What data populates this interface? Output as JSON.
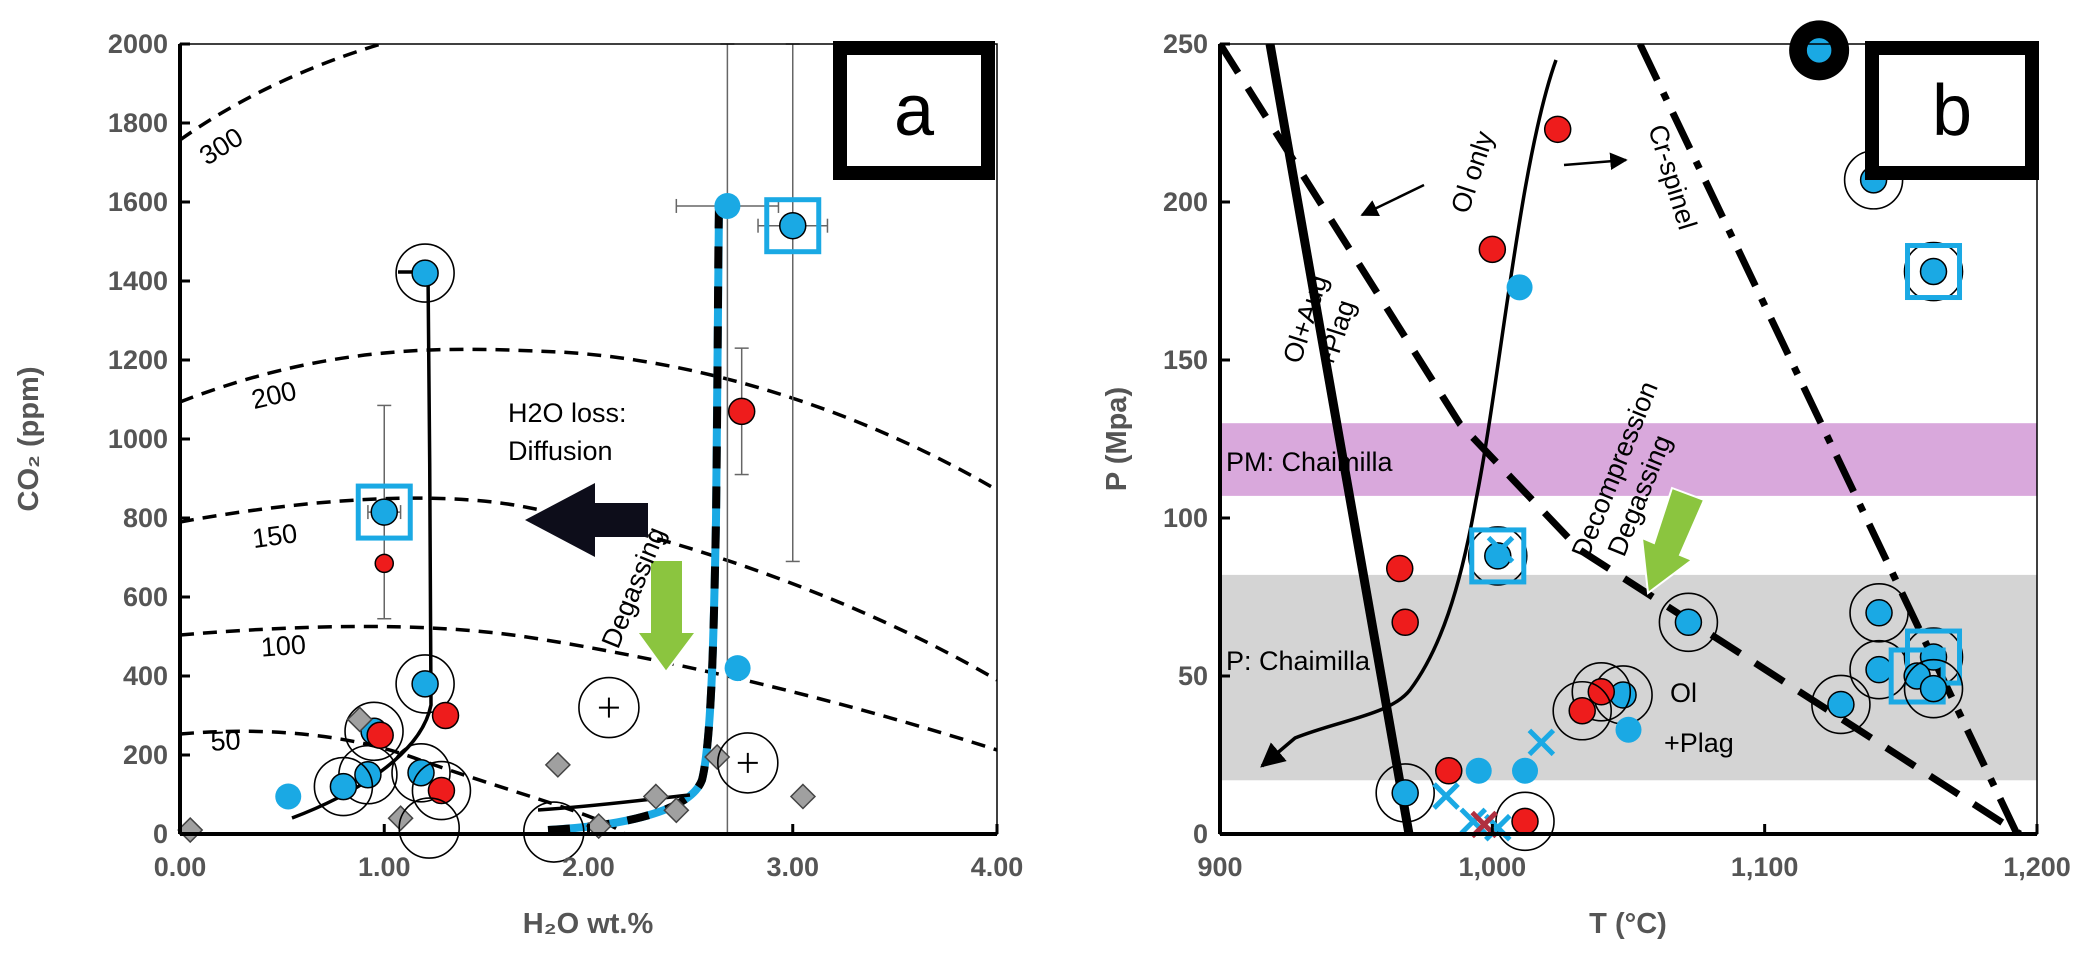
{
  "chart_data": [
    {
      "panel": "a",
      "type": "scatter",
      "xlabel": "H₂O wt.%",
      "ylabel": "CO₂ (ppm)",
      "xlim": [
        0,
        4
      ],
      "ylim": [
        0,
        2000
      ],
      "xticks": [
        "0.00",
        "1.00",
        "2.00",
        "3.00",
        "4.00"
      ],
      "yticks": [
        "0",
        "200",
        "400",
        "600",
        "800",
        "1000",
        "1200",
        "1400",
        "1600",
        "1800",
        "2000"
      ],
      "grid": false,
      "isobar_labels": [
        "300",
        "200",
        "150",
        "100",
        "50"
      ],
      "annotations": {
        "diffusion_line1": "H2O loss:",
        "diffusion_line2": "Diffusion",
        "degassing": "Degassing"
      },
      "colors": {
        "blue": "#1aa9e4",
        "red": "#ee1c1c",
        "grey": "#a0a0a0",
        "arrow_black": "#0d0d1a",
        "arrow_green": "#8bc53f"
      },
      "series": [
        {
          "marker": "blue-circle",
          "points": [
            {
              "x": 1.2,
              "y": 1420,
              "ring": true
            },
            {
              "x": 1.0,
              "y": 815,
              "square": true,
              "xerr": 0.08,
              "yerr": [
                270,
                270
              ]
            },
            {
              "x": 1.2,
              "y": 380,
              "ring": true
            },
            {
              "x": 0.95,
              "y": 260,
              "ring": true
            },
            {
              "x": 0.92,
              "y": 150,
              "ring": true
            },
            {
              "x": 0.8,
              "y": 120,
              "ring": true
            },
            {
              "x": 1.18,
              "y": 155,
              "ring": true
            },
            {
              "x": 0.53,
              "y": 95
            },
            {
              "x": 2.68,
              "y": 1590,
              "xerr": 0.25,
              "yerr": [
                1590,
                410
              ]
            },
            {
              "x": 3.0,
              "y": 1540,
              "square": true,
              "xerr": 0.17,
              "yerr": [
                850,
                460
              ]
            },
            {
              "x": 2.73,
              "y": 420
            }
          ]
        },
        {
          "marker": "red-circle",
          "points": [
            {
              "x": 1.0,
              "y": 685
            },
            {
              "x": 1.3,
              "y": 300
            },
            {
              "x": 0.98,
              "y": 250
            },
            {
              "x": 1.28,
              "y": 110,
              "ring": true
            },
            {
              "x": 2.75,
              "y": 1070,
              "yerr": [
                160,
                160
              ]
            }
          ]
        },
        {
          "marker": "grey-diamond",
          "points": [
            {
              "x": 0.05,
              "y": 10
            },
            {
              "x": 0.88,
              "y": 290
            },
            {
              "x": 1.08,
              "y": 40
            },
            {
              "x": 1.85,
              "y": 175
            },
            {
              "x": 2.05,
              "y": 20
            },
            {
              "x": 2.33,
              "y": 95
            },
            {
              "x": 2.43,
              "y": 60
            },
            {
              "x": 2.63,
              "y": 195
            },
            {
              "x": 3.05,
              "y": 95
            }
          ]
        },
        {
          "marker": "open-ring",
          "points": [
            {
              "x": 1.22,
              "y": 15
            },
            {
              "x": 1.83,
              "y": 5
            },
            {
              "x": 2.1,
              "y": 320,
              "plus": true
            },
            {
              "x": 2.78,
              "y": 180,
              "plus": true
            }
          ]
        }
      ]
    },
    {
      "panel": "b",
      "type": "scatter",
      "xlabel": "T (°C)",
      "ylabel": "P (Mpa)",
      "xlim": [
        900,
        1200
      ],
      "ylim": [
        0,
        250
      ],
      "xticks": [
        "900",
        "1,000",
        "1,100",
        "1,200"
      ],
      "yticks": [
        "0",
        "50",
        "100",
        "150",
        "200",
        "250"
      ],
      "grid": false,
      "bands": [
        {
          "label": "PM: Chaimilla",
          "ymin": 107,
          "ymax": 130,
          "color": "#d9a8dc"
        },
        {
          "label": "P: Chaimilla",
          "ymin": 17,
          "ymax": 82,
          "color": "#d4d4d4"
        }
      ],
      "annotations": {
        "ol_only": "Ol only",
        "cr_spinel": "Cr-spinel",
        "ol_aug_line1": "Ol+Aug",
        "ol_aug_line2": "+Plag",
        "decompression": "Decompression",
        "degassing": "Degassing",
        "ol_plag_line1": "Ol",
        "ol_plag_line2": "+Plag"
      },
      "colors": {
        "blue": "#1aa9e4",
        "red": "#ee1c1c",
        "arrow_green": "#8bc53f"
      },
      "series": [
        {
          "marker": "blue-circle",
          "points": [
            {
              "x": 1120,
              "y": 248,
              "black_ring": true
            },
            {
              "x": 1140,
              "y": 207,
              "ring": true
            },
            {
              "x": 1162,
              "y": 178,
              "ring": true,
              "square": true
            },
            {
              "x": 1010,
              "y": 173
            },
            {
              "x": 1002,
              "y": 88,
              "ring": true,
              "square": true
            },
            {
              "x": 1072,
              "y": 67,
              "ring": true
            },
            {
              "x": 1142,
              "y": 70,
              "ring": true
            },
            {
              "x": 1142,
              "y": 52,
              "ring": true
            },
            {
              "x": 1162,
              "y": 56,
              "ring": true,
              "square": true
            },
            {
              "x": 1156,
              "y": 50,
              "square": true
            },
            {
              "x": 1162,
              "y": 46,
              "ring": true
            },
            {
              "x": 1128,
              "y": 41,
              "ring": true
            },
            {
              "x": 1048,
              "y": 44,
              "ring": true
            },
            {
              "x": 1050,
              "y": 33
            },
            {
              "x": 968,
              "y": 13,
              "ring": true
            },
            {
              "x": 995,
              "y": 20
            },
            {
              "x": 1012,
              "y": 20
            }
          ]
        },
        {
          "marker": "red-circle",
          "points": [
            {
              "x": 1024,
              "y": 223
            },
            {
              "x": 1000,
              "y": 185
            },
            {
              "x": 966,
              "y": 84
            },
            {
              "x": 968,
              "y": 67
            },
            {
              "x": 1040,
              "y": 45,
              "ring": true
            },
            {
              "x": 1033,
              "y": 39,
              "ring": true
            },
            {
              "x": 984,
              "y": 20
            },
            {
              "x": 1012,
              "y": 4,
              "ring": true
            }
          ]
        },
        {
          "marker": "blue-cross",
          "points": [
            {
              "x": 983,
              "y": 12
            },
            {
              "x": 993,
              "y": 4
            },
            {
              "x": 1002,
              "y": 2
            },
            {
              "x": 1018,
              "y": 29
            },
            {
              "x": 1003,
              "y": 90
            }
          ]
        },
        {
          "marker": "red-cross",
          "points": [
            {
              "x": 997,
              "y": 3
            }
          ]
        }
      ]
    }
  ]
}
